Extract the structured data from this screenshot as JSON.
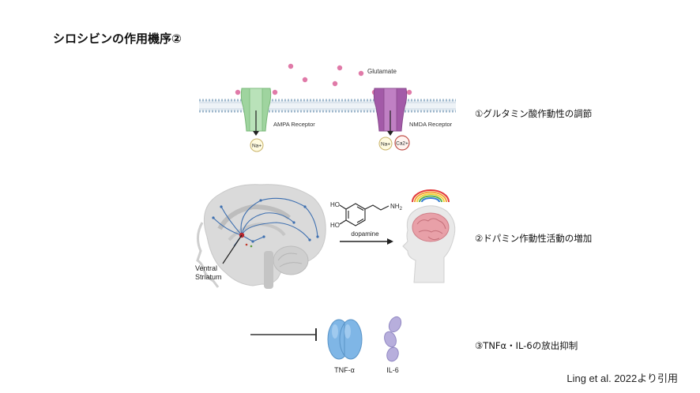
{
  "title": "シロシビンの作用機序②",
  "captions": {
    "glutamate": "①グルタミン酸作動性の調節",
    "dopamine": "②ドパミン作動性活動の増加",
    "inflammation": "③TNFα・IL-6の放出抑制"
  },
  "panel1": {
    "glutamate_label": "Glutamate",
    "ampa_label": "AMPA Receptor",
    "nmda_label": "NMDA Receptor",
    "ion_na_ampa": "Na+",
    "ion_na_nmda": "Na+",
    "ion_ca_nmda": "Ca2+",
    "colors": {
      "ampa": "#8fcf8f",
      "nmda": "#a35aa8",
      "glutamate": "#e07aa8",
      "membrane": "#9fb8cc"
    }
  },
  "panel2": {
    "region_label_line1": "Ventral",
    "region_label_line2": "Striatum",
    "molecule_label": "dopamine",
    "atom_ho_top": "HO",
    "atom_ho_bottom": "HO",
    "atom_nh2": "NH",
    "atom_nh2_sub": "2",
    "colors": {
      "brain": "#d9d9d9",
      "pathway": "#3d6fb0",
      "brain_pink": "#e8a0a8"
    }
  },
  "panel3": {
    "tnf_label": "TNF-α",
    "il6_label": "IL-6",
    "colors": {
      "tnf": "#7fb6e6",
      "il6": "#b7aedc"
    }
  },
  "citation": "Ling et al. 2022より引用"
}
